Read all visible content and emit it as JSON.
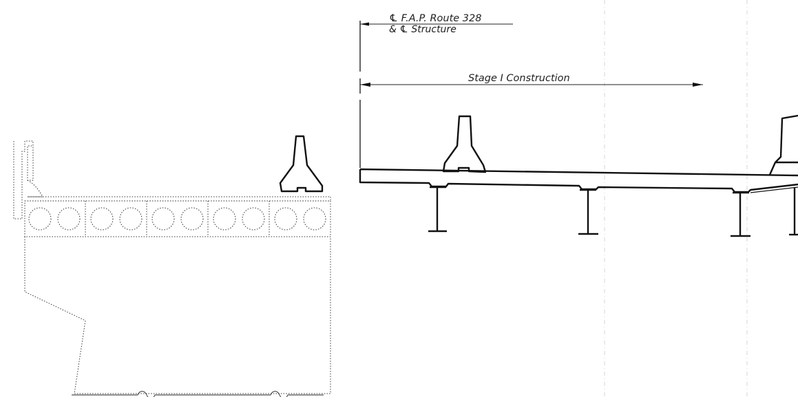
{
  "labels": {
    "centerline_route": "℄ F.A.P. Route 328",
    "centerline_structure": "& ℄ Structure",
    "stage": "Stage I Construction"
  },
  "colors": {
    "line": "#111111",
    "background": "#ffffff"
  }
}
